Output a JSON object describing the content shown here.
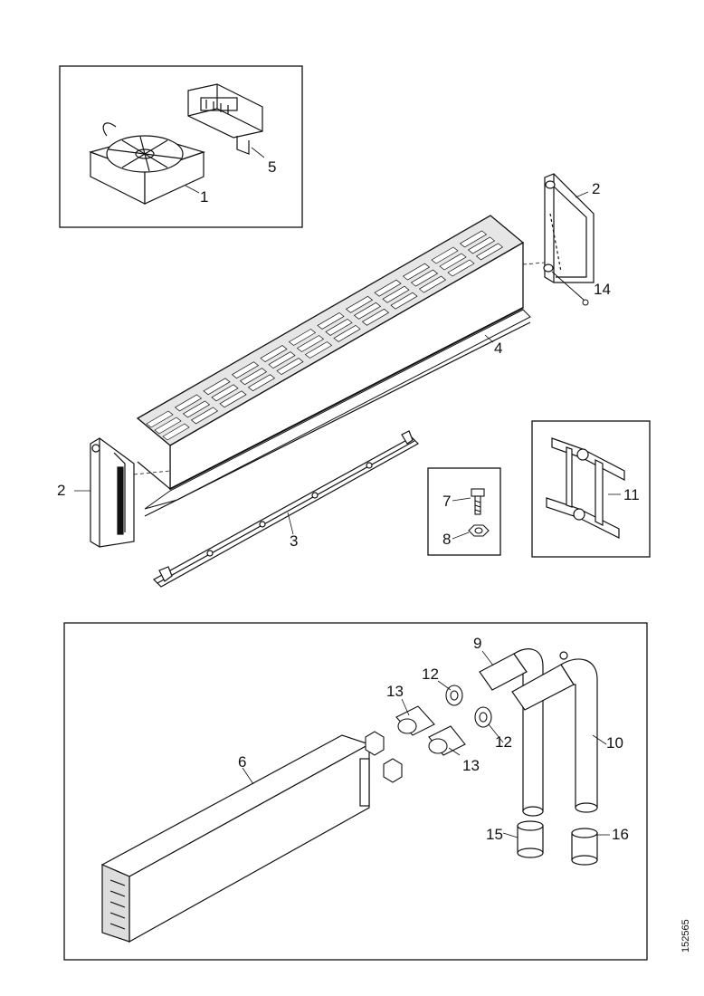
{
  "callouts": {
    "c1": "1",
    "c2a": "2",
    "c2b": "2",
    "c3": "3",
    "c4": "4",
    "c5": "5",
    "c6": "6",
    "c7": "7",
    "c8": "8",
    "c9": "9",
    "c10": "10",
    "c11": "11",
    "c12a": "12",
    "c12b": "12",
    "c13a": "13",
    "c13b": "13",
    "c14": "14",
    "c15": "15",
    "c16": "16"
  },
  "document_id": "152565",
  "parts": [
    "fan-unit",
    "end-cap",
    "rail",
    "grille",
    "bracket",
    "heat-exchanger",
    "screw",
    "nut",
    "pipe-elbow",
    "pipe-elbow",
    "mounting-plate",
    "o-ring",
    "sleeve",
    "clip",
    "pipe-cap"
  ]
}
